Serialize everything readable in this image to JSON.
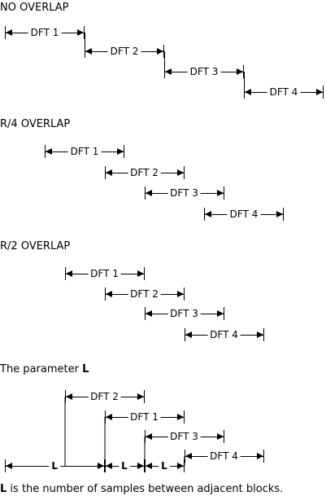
{
  "sections": [
    {
      "id": "no-overlap",
      "heading": "NO OVERLAP",
      "bars": [
        {
          "label": "DFT 1",
          "start": 0,
          "end": 4
        },
        {
          "label": "DFT 2",
          "start": 4,
          "end": 8
        },
        {
          "label": "DFT 3",
          "start": 8,
          "end": 12
        },
        {
          "label": "DFT 4",
          "start": 12,
          "end": 16
        }
      ]
    },
    {
      "id": "r4-overlap",
      "heading": "R/4 OVERLAP",
      "bars": [
        {
          "label": "DFT 1",
          "start": 2,
          "end": 6
        },
        {
          "label": "DFT 2",
          "start": 5,
          "end": 9
        },
        {
          "label": "DFT 3",
          "start": 7,
          "end": 11
        },
        {
          "label": "DFT 4",
          "start": 10,
          "end": 14
        }
      ]
    },
    {
      "id": "r2-overlap",
      "heading": "R/2 OVERLAP",
      "bars": [
        {
          "label": "DFT 1",
          "start": 3,
          "end": 7
        },
        {
          "label": "DFT 2",
          "start": 5,
          "end": 9
        },
        {
          "label": "DFT 3",
          "start": 7,
          "end": 11
        },
        {
          "label": "DFT 4",
          "start": 9,
          "end": 13
        }
      ]
    },
    {
      "id": "parameter-l",
      "heading_text": "The parameter ",
      "heading_bold": "L",
      "bars": [
        {
          "label": "DFT 2",
          "start": 3,
          "end": 7
        },
        {
          "label": "DFT 1",
          "start": 5,
          "end": 9
        },
        {
          "label": "DFT 3",
          "start": 7,
          "end": 11
        },
        {
          "label": "DFT 4",
          "start": 9,
          "end": 13
        }
      ],
      "l_segments": [
        {
          "label": "L",
          "start": 0,
          "end": 5
        },
        {
          "label": "L",
          "start": 5,
          "end": 7
        },
        {
          "label": "L",
          "start": 7,
          "end": 9
        }
      ]
    }
  ],
  "footer": {
    "bold": "L",
    "text": " is the number of samples between adjacent blocks."
  }
}
